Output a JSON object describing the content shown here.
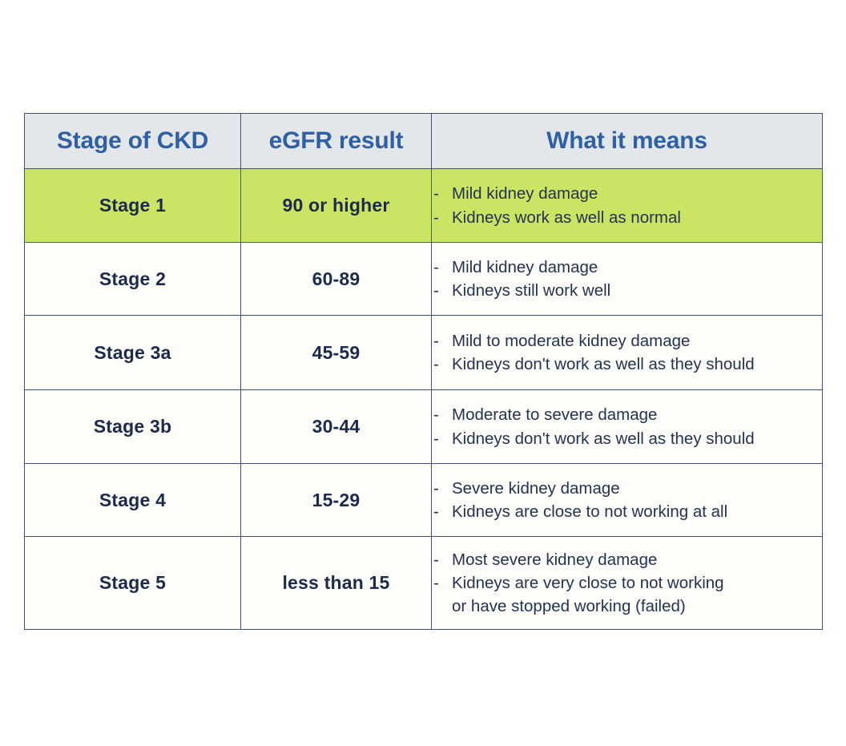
{
  "table": {
    "name": "ckd-stages-table",
    "columns": [
      {
        "key": "stage",
        "label": "Stage of CKD"
      },
      {
        "key": "egfr",
        "label": "eGFR result"
      },
      {
        "key": "means",
        "label": "What it means"
      }
    ],
    "rows": [
      {
        "stage": "Stage 1",
        "egfr": "90 or higher",
        "means": [
          "Mild kidney damage",
          "Kidneys work as well as normal"
        ],
        "highlighted": true
      },
      {
        "stage": "Stage 2",
        "egfr": "60-89",
        "means": [
          "Mild kidney damage",
          "Kidneys still work well"
        ],
        "highlighted": false
      },
      {
        "stage": "Stage 3a",
        "egfr": "45-59",
        "means": [
          "Mild to moderate kidney damage",
          "Kidneys don't work as well as they should"
        ],
        "highlighted": false
      },
      {
        "stage": "Stage 3b",
        "egfr": "30-44",
        "means": [
          "Moderate to severe damage",
          "Kidneys don't work as well as they should"
        ],
        "highlighted": false
      },
      {
        "stage": "Stage 4",
        "egfr": "15-29",
        "means": [
          "Severe kidney damage",
          "Kidneys are close to not working at all"
        ],
        "highlighted": false
      },
      {
        "stage": "Stage 5",
        "egfr": "less than 15",
        "means": [
          "Most severe kidney damage",
          "Kidneys are very close to not working",
          "or have stopped working (failed)"
        ],
        "means_continuation_index": 2,
        "highlighted": false
      }
    ],
    "bullet_glyph": "-"
  },
  "colors": {
    "header_background": "#e4e7ea",
    "header_text": "#2e60a8",
    "body_text": "#1c2a4e",
    "description_text": "#243352",
    "border": "#3d5272",
    "highlight_row": "#cbe464",
    "highlight_border": "#3c6b46",
    "body_background": "#fdfdfa",
    "page_background": "#ffffff"
  }
}
